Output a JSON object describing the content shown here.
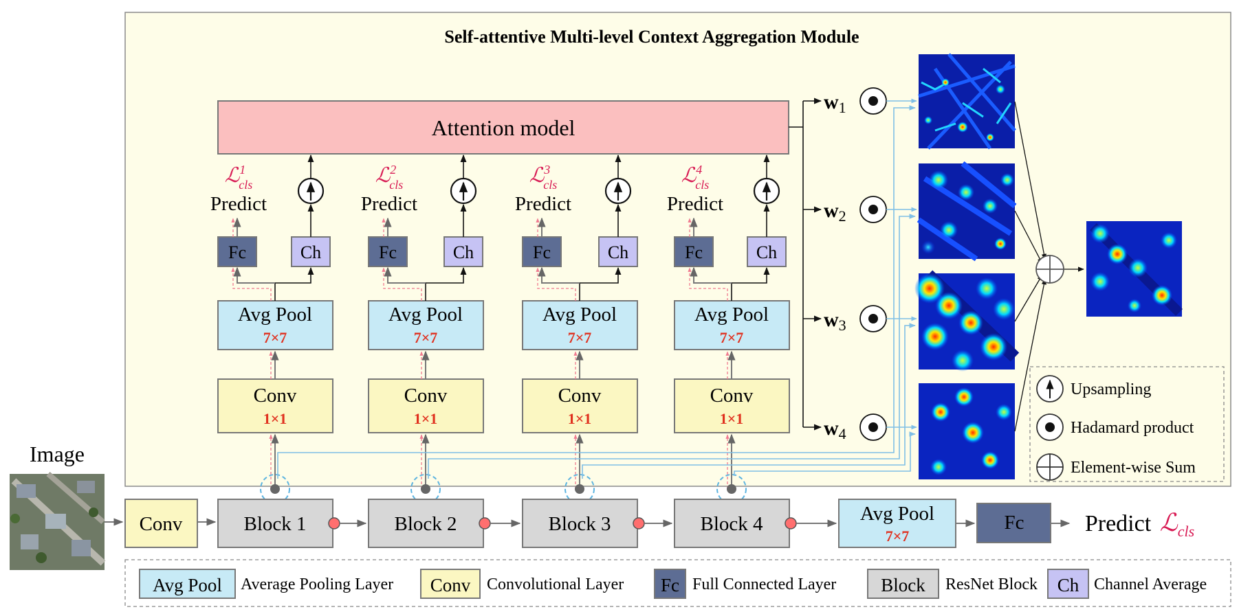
{
  "module_title": "Self-attentive Multi-level Context Aggregation Module",
  "attention_label": "Attention model",
  "image_label": "Image",
  "predict_label": "Predict",
  "fc_label": "Fc",
  "ch_label": "Ch",
  "avgpool_label": "Avg Pool",
  "pool_size": "7×7",
  "conv_label": "Conv",
  "conv_size": "1×1",
  "loss_symbol": "ℒ",
  "loss_subscript": "cls",
  "branch_loss_indices": [
    "1",
    "2",
    "3",
    "4"
  ],
  "blocks": [
    "Block 1",
    "Block 2",
    "Block 3",
    "Block 4"
  ],
  "weights": [
    {
      "symbol": "w",
      "index": "1"
    },
    {
      "symbol": "w",
      "index": "2"
    },
    {
      "symbol": "w",
      "index": "3"
    },
    {
      "symbol": "w",
      "index": "4"
    }
  ],
  "symbol_legend": [
    {
      "icon": "upsampling-icon",
      "label": "Upsampling"
    },
    {
      "icon": "hadamard-icon",
      "label": "Hadamard product"
    },
    {
      "icon": "elementwise-sum-icon",
      "label": "Element-wise Sum"
    }
  ],
  "bottom_legend": [
    {
      "key": "Avg Pool",
      "label": "Average Pooling Layer",
      "color": "#c7eaf6"
    },
    {
      "key": "Conv",
      "label": "Convolutional Layer",
      "color": "#fbf7c2"
    },
    {
      "key": "Fc",
      "label": "Full Connected Layer",
      "color": "#5d6d94"
    },
    {
      "key": "Block",
      "label": "ResNet Block",
      "color": "#d7d7d7"
    },
    {
      "key": "Ch",
      "label": "Channel Average",
      "color": "#c6c3f4"
    }
  ],
  "colors": {
    "module_bg": "#fefde8",
    "attention_fill": "#fbbfbf",
    "avgpool_fill": "#c7eaf6",
    "conv_fill": "#fbf7c2",
    "fc_fill": "#5d6d94",
    "ch_fill": "#c6c3f4",
    "block_fill": "#d7d7d7",
    "loss_color": "#d81b54",
    "size_color": "#e0301e",
    "skip_line_color": "#7fbfe6",
    "dashed_path_color": "#f07a8f"
  }
}
